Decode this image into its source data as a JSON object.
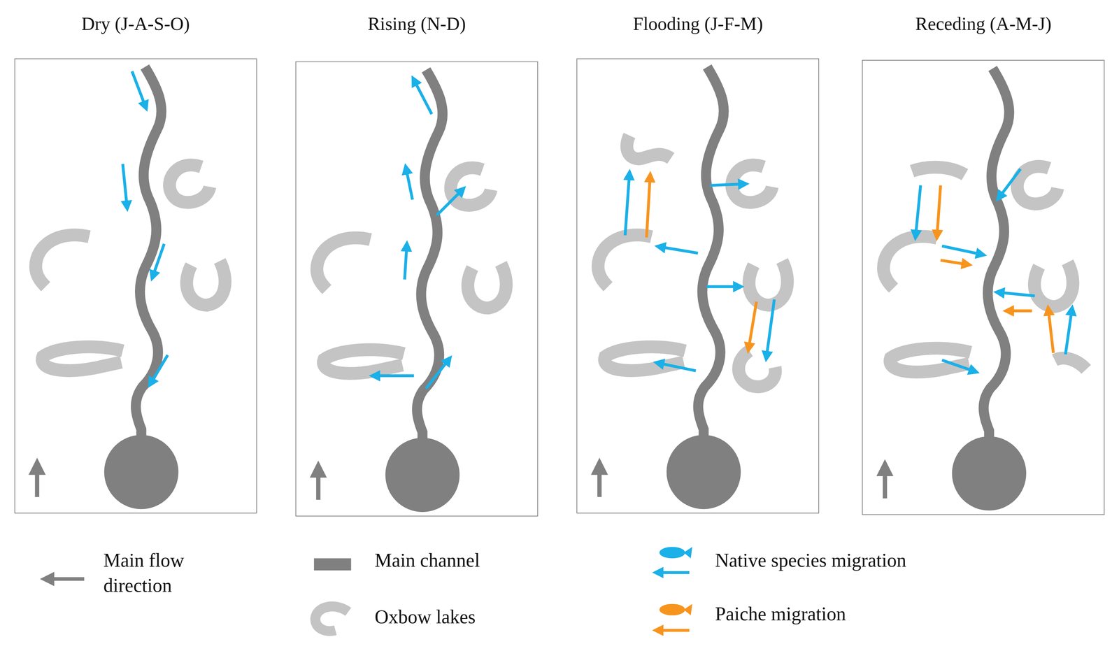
{
  "diagram": {
    "nodes": [
      {
        "text": [
          "Dry (J-A-S-O)"
        ]
      },
      {
        "text": [
          "Rising (N-D)"
        ]
      },
      {
        "text": [
          "Flooding (J-F-M)"
        ]
      },
      {
        "text": [
          "Receding (A-M-J)"
        ]
      }
    ],
    "legend": [
      {
        "text": "Main flow direction"
      },
      {
        "text": "Main channel"
      },
      {
        "text": "Oxbow lakes"
      },
      {
        "text": "Native species migration"
      },
      {
        "text": "Paiche migration"
      }
    ]
  }
}
